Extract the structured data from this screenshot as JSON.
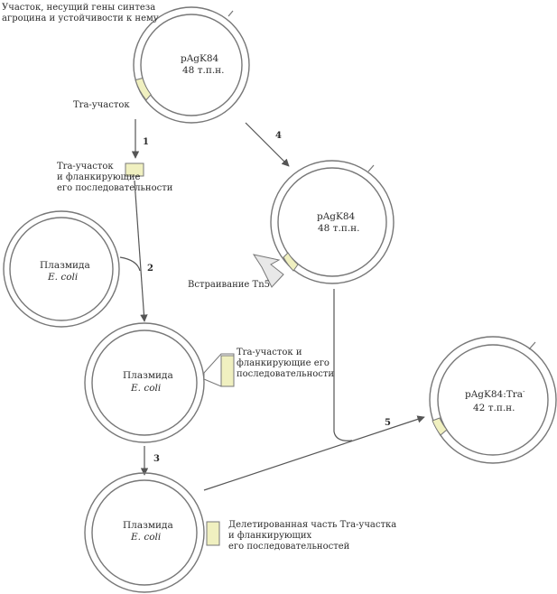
{
  "colors": {
    "ring": "#777777",
    "segment": "#f0f0c0",
    "insert": "#e8e8e8",
    "arrow": "#555555"
  },
  "labels": {
    "agrocin_region_line1": "Участок, несущий гены синтеза",
    "agrocin_region_line2": "агроцина и устойчивости к нему",
    "tra_region": "Tra-участок",
    "tra_flank_line1": "Tra-участок",
    "tra_flank_line2": "и фланкирующие",
    "tra_flank_line3": "его последовательности",
    "tn5_insertion": "Встраивание Tn5",
    "clone_line1": "Tra-участок и",
    "clone_line2": "фланкирующие его",
    "clone_line3": "последовательности",
    "deleted_line1": "Делетированная часть Tra-участка",
    "deleted_line2": "и фланкирующих",
    "deleted_line3": "его последовательностей"
  },
  "plasmids": {
    "pagk84_top": {
      "name": "pAgK84",
      "size": "48 т.п.н."
    },
    "pagk84_mid": {
      "name": "pAgK84",
      "size": "48 т.п.н."
    },
    "ecoli_a": {
      "name": "Плазмида",
      "host": "E. coli"
    },
    "ecoli_b": {
      "name": "Плазмида",
      "host": "E. coli"
    },
    "ecoli_c": {
      "name": "Плазмида",
      "host": "E. coli"
    },
    "pagk84_tra": {
      "name": "pAgK84:Tra",
      "superscript": "-",
      "size": "42 т.п.н."
    }
  },
  "steps": [
    "1",
    "2",
    "3",
    "4",
    "5"
  ]
}
